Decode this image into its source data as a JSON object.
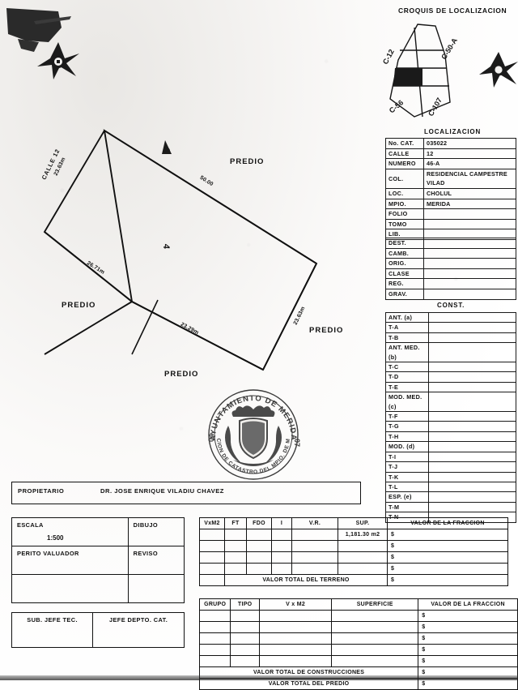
{
  "croquis": {
    "title": "CROQUIS DE LOCALIZACION",
    "street_labels": [
      "C-12",
      "C-56",
      "C-107",
      "C-50-A"
    ]
  },
  "localizacion": {
    "title": "LOCALIZACION",
    "rows": [
      {
        "key": "No. CAT.",
        "value": "035022"
      },
      {
        "key": "CALLE",
        "value": "12"
      },
      {
        "key": "NUMERO",
        "value": "46-A"
      },
      {
        "key": "COL.",
        "value": "RESIDENCIAL  CAMPESTRE  VILAD"
      },
      {
        "key": "LOC.",
        "value": "CHOLUL"
      },
      {
        "key": "MPIO.",
        "value": "MERIDA"
      },
      {
        "key": "FOLIO",
        "value": ""
      },
      {
        "key": "TOMO",
        "value": ""
      },
      {
        "key": "LIB.",
        "value": ""
      }
    ]
  },
  "registro": {
    "rows": [
      {
        "key": "DEST.",
        "value": ""
      },
      {
        "key": "CAMB.",
        "value": ""
      },
      {
        "key": "ORIG.",
        "value": ""
      },
      {
        "key": "CLASE",
        "value": ""
      },
      {
        "key": "REG.",
        "value": ""
      },
      {
        "key": "GRAV.",
        "value": ""
      }
    ]
  },
  "const": {
    "title": "CONST.",
    "rows": [
      {
        "key": "ANT. (a)",
        "value": ""
      },
      {
        "key": "T-A",
        "value": ""
      },
      {
        "key": "T-B",
        "value": ""
      },
      {
        "key": "ANT. MED. (b)",
        "value": ""
      },
      {
        "key": "T-C",
        "value": ""
      },
      {
        "key": "T-D",
        "value": ""
      },
      {
        "key": "T-E",
        "value": ""
      },
      {
        "key": "MOD. MED. (c)",
        "value": ""
      },
      {
        "key": "T-F",
        "value": ""
      },
      {
        "key": "T-G",
        "value": ""
      },
      {
        "key": "T-H",
        "value": ""
      },
      {
        "key": "MOD. (d)",
        "value": ""
      },
      {
        "key": "T-I",
        "value": ""
      },
      {
        "key": "T-J",
        "value": ""
      },
      {
        "key": "T-K",
        "value": ""
      },
      {
        "key": "T-L",
        "value": ""
      },
      {
        "key": "ESP. (e)",
        "value": ""
      },
      {
        "key": "T-M",
        "value": ""
      },
      {
        "key": "T-N",
        "value": ""
      }
    ]
  },
  "plot": {
    "neighbor_label": "PREDIO",
    "neighbors": [
      "PREDIO",
      "PREDIO",
      "PREDIO",
      "PREDIO"
    ],
    "street": "CALLE 12",
    "dimensions": {
      "north_west": "23.63m",
      "north_east": "50.00",
      "south_west": "26.71m",
      "south_center": "23.29m",
      "south_east": "23.63m"
    },
    "interior_mark": "4"
  },
  "seal": {
    "top_text": "AYUNTAMIENTO DE MERIDA",
    "bottom_text": "DIRECCION DE CATASTRO DEL MPIO. DE MERIDA",
    "left_number": "04",
    "right_number": "07"
  },
  "propietario": {
    "label": "PROPIETARIO",
    "value": "DR. JOSE ENRIQUE VILADIU CHAVEZ"
  },
  "escala_box": {
    "escala_label": "ESCALA",
    "escala_value": "1:500",
    "dibujo_label": "DIBUJO",
    "dibujo_value": "",
    "perito_label": "PERITO VALUADOR",
    "perito_value": "",
    "reviso_label": "REVISO",
    "reviso_value": ""
  },
  "jefe_box": {
    "sub_jefe_label": "SUB. JEFE TEC.",
    "jefe_depto_label": "JEFE DEPTO. CAT."
  },
  "terreno_table": {
    "headers": [
      "VxM2",
      "FT",
      "FDO",
      "I",
      "V.R.",
      "SUP.",
      "VALOR DE LA FRACCION"
    ],
    "rows": [
      {
        "vxm2": "",
        "ft": "",
        "fdo": "",
        "i": "",
        "vr": "",
        "sup": "1,181.30 m2",
        "valor": "$"
      },
      {
        "vxm2": "",
        "ft": "",
        "fdo": "",
        "i": "",
        "vr": "",
        "sup": "",
        "valor": "$"
      },
      {
        "vxm2": "",
        "ft": "",
        "fdo": "",
        "i": "",
        "vr": "",
        "sup": "",
        "valor": "$"
      },
      {
        "vxm2": "",
        "ft": "",
        "fdo": "",
        "i": "",
        "vr": "",
        "sup": "",
        "valor": "$"
      }
    ],
    "total_label": "VALOR TOTAL DEL TERRENO",
    "total_value": "$"
  },
  "construcciones_table": {
    "headers": [
      "GRUPO",
      "TIPO",
      "V x M2",
      "SUPERFICIE",
      "VALOR DE LA FRACCION"
    ],
    "rows": [
      {
        "grupo": "",
        "tipo": "",
        "vxm2": "",
        "superficie": "",
        "valor": "$"
      },
      {
        "grupo": "",
        "tipo": "",
        "vxm2": "",
        "superficie": "",
        "valor": "$"
      },
      {
        "grupo": "",
        "tipo": "",
        "vxm2": "",
        "superficie": "",
        "valor": "$"
      },
      {
        "grupo": "",
        "tipo": "",
        "vxm2": "",
        "superficie": "",
        "valor": "$"
      },
      {
        "grupo": "",
        "tipo": "",
        "vxm2": "",
        "superficie": "",
        "valor": "$"
      }
    ],
    "total_const_label": "VALOR TOTAL DE CONSTRUCCIONES",
    "total_const_value": "$",
    "total_predio_label": "VALOR TOTAL DEL PREDIO",
    "total_predio_value": "$"
  }
}
